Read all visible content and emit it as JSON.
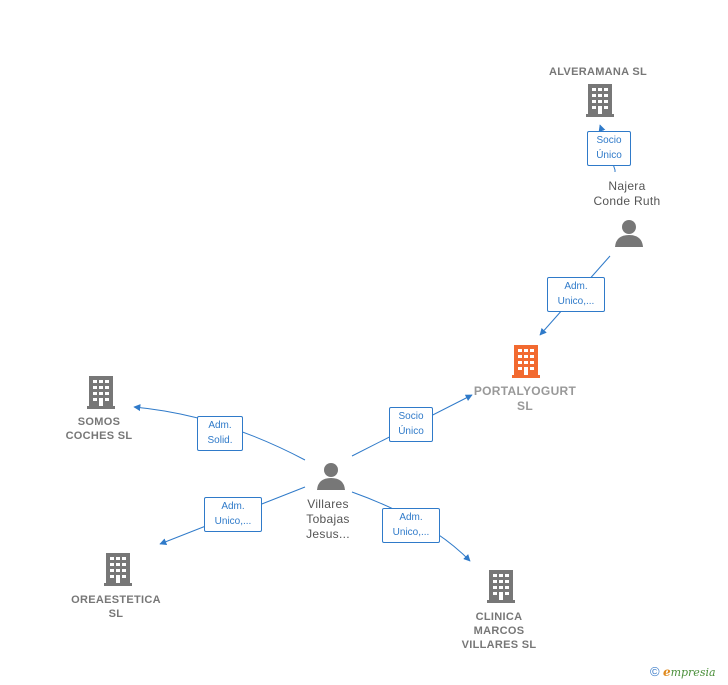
{
  "colors": {
    "edge": "#2f7ac9",
    "node": "#777777",
    "focus": "#f26a30"
  },
  "nodes": {
    "alveramana": {
      "label": "ALVERAMANA SL",
      "kind": "company"
    },
    "najera": {
      "label_lines": [
        "Najera",
        "Conde Ruth"
      ],
      "kind": "person"
    },
    "portalyogurt": {
      "label_lines": [
        "PORTALYOGURT",
        "SL"
      ],
      "kind": "company-focus"
    },
    "somos": {
      "label_lines": [
        "SOMOS",
        "COCHES  SL"
      ],
      "kind": "company"
    },
    "villares": {
      "label_lines": [
        "Villares",
        "Tobajas",
        "Jesus..."
      ],
      "kind": "person"
    },
    "oreaestetica": {
      "label_lines": [
        "OREAESTETICA",
        "SL"
      ],
      "kind": "company"
    },
    "clinica": {
      "label_lines": [
        "CLINICA",
        "MARCOS",
        "VILLARES  SL"
      ],
      "kind": "company"
    }
  },
  "edges": {
    "najera_alveramana": [
      "Socio",
      "Único"
    ],
    "najera_portalyogurt": [
      "Adm.",
      "Unico,..."
    ],
    "villares_portalyogurt": [
      "Socio",
      "Único"
    ],
    "villares_somos": [
      "Adm.",
      "Solid."
    ],
    "villares_oreaestetica": [
      "Adm.",
      "Unico,..."
    ],
    "villares_clinica": [
      "Adm.",
      "Unico,..."
    ]
  },
  "brand": {
    "copyright": "©",
    "e": "e",
    "name": "mpresia"
  }
}
